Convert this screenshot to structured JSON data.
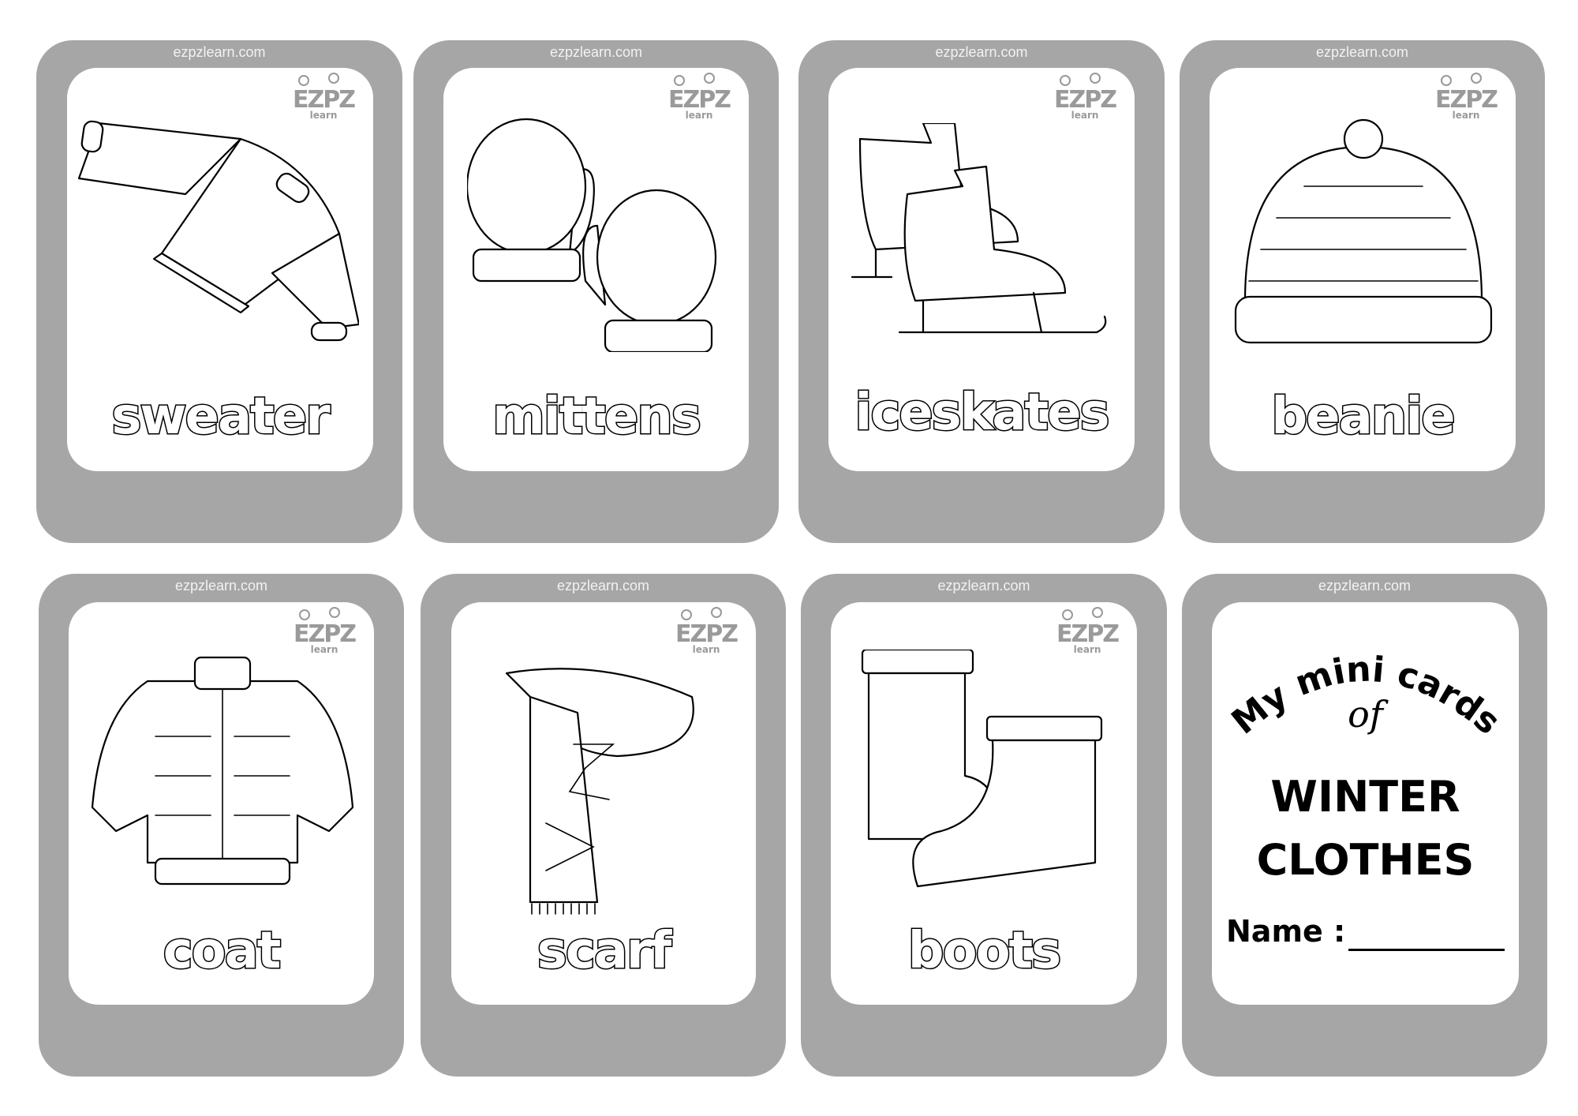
{
  "page": {
    "background": "#ffffff",
    "card_color": "#a6a6a6",
    "inner_color": "#ffffff",
    "site_text_color": "#f2f2f2"
  },
  "logo": {
    "top": "EZPZ",
    "bottom": "learn"
  },
  "cards": [
    {
      "site": "ezpzlearn.com",
      "word": "sweater",
      "icon": "sweater-icon"
    },
    {
      "site": "ezpzlearn.com",
      "word": "mittens",
      "icon": "mittens-icon"
    },
    {
      "site": "ezpzlearn.com",
      "word": "iceskates",
      "icon": "ice-skates-icon"
    },
    {
      "site": "ezpzlearn.com",
      "word": "beanie",
      "icon": "beanie-icon"
    },
    {
      "site": "ezpzlearn.com",
      "word": "coat",
      "icon": "coat-icon"
    },
    {
      "site": "ezpzlearn.com",
      "word": "scarf",
      "icon": "scarf-icon"
    },
    {
      "site": "ezpzlearn.com",
      "word": "boots",
      "icon": "boots-icon"
    }
  ],
  "cover": {
    "site": "ezpzlearn.com",
    "line1": "My mini cards",
    "line2": "of",
    "title1": "WINTER",
    "title2": "CLOTHES",
    "name_label": "Name :"
  }
}
